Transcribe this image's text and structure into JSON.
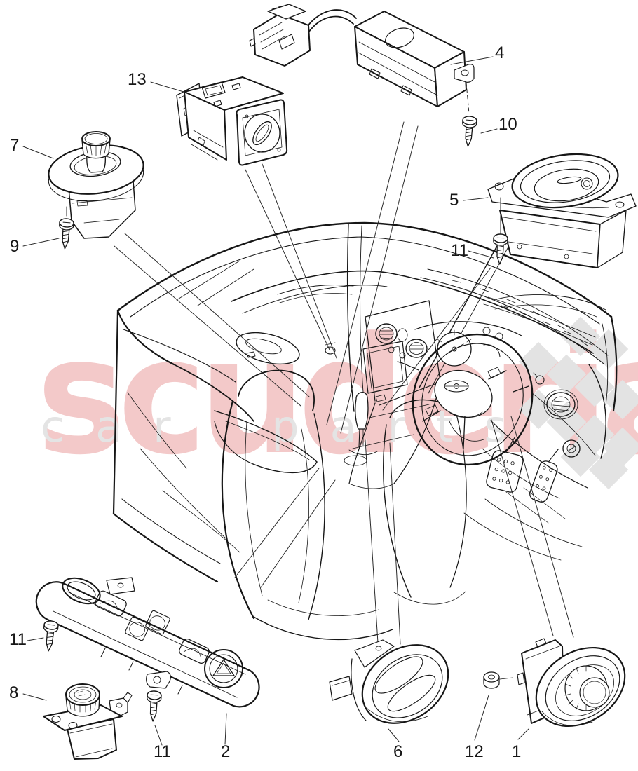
{
  "watermark": {
    "title": "scuderia",
    "subtitle": "car parts",
    "title_color": "#f3c9c9",
    "subtitle_color": "#e4e4e4",
    "checker_color": "#e3e3e3"
  },
  "callouts": {
    "c1": "1",
    "c2": "2",
    "c4": "4",
    "c5": "5",
    "c6": "6",
    "c7": "7",
    "c8": "8",
    "c9": "9",
    "c10": "10",
    "c11a": "11",
    "c11b": "11",
    "c11c": "11",
    "c12": "12",
    "c13": "13"
  },
  "icons": {
    "screw": "screw-icon",
    "nut": "nut-icon",
    "connector": "wiring-connector-icon",
    "checkered_flag": "checkered-flag-icon"
  },
  "line_color": "#161616"
}
